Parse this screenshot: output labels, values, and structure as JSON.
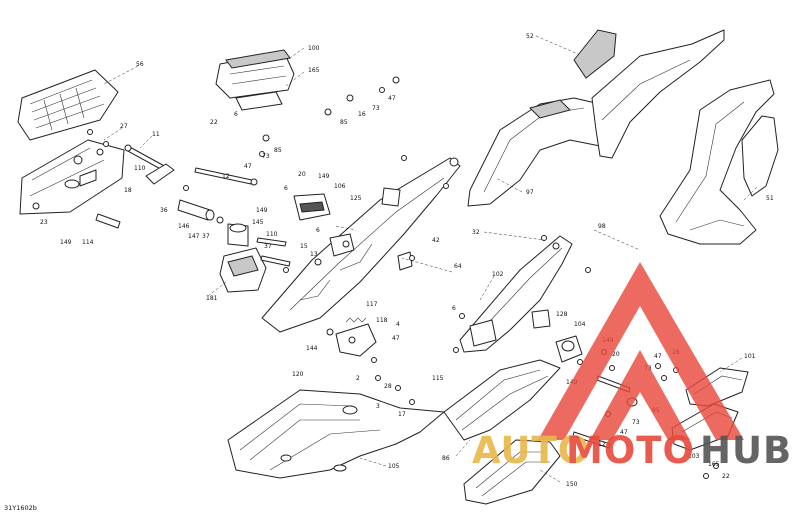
{
  "diagram": {
    "drawing_code": "31Y1602b",
    "callouts": [
      {
        "id": "c56",
        "text": "56"
      },
      {
        "id": "c100",
        "text": "100"
      },
      {
        "id": "c165a",
        "text": "165"
      },
      {
        "id": "c52",
        "text": "52"
      },
      {
        "id": "c27",
        "text": "27"
      },
      {
        "id": "c11",
        "text": "11"
      },
      {
        "id": "c22a",
        "text": "22"
      },
      {
        "id": "c6a",
        "text": "6"
      },
      {
        "id": "c47a",
        "text": "47"
      },
      {
        "id": "c73a",
        "text": "73"
      },
      {
        "id": "c16a",
        "text": "16"
      },
      {
        "id": "c85a",
        "text": "85"
      },
      {
        "id": "c97",
        "text": "97"
      },
      {
        "id": "c73b",
        "text": "73"
      },
      {
        "id": "c47b",
        "text": "47"
      },
      {
        "id": "c85b",
        "text": "85"
      },
      {
        "id": "c12a",
        "text": "12"
      },
      {
        "id": "c110a",
        "text": "110"
      },
      {
        "id": "c20",
        "text": "20"
      },
      {
        "id": "c149a",
        "text": "149"
      },
      {
        "id": "c6b",
        "text": "6"
      },
      {
        "id": "c106",
        "text": "106"
      },
      {
        "id": "c125",
        "text": "125"
      },
      {
        "id": "c51",
        "text": "51"
      },
      {
        "id": "c23",
        "text": "23"
      },
      {
        "id": "c18",
        "text": "18"
      },
      {
        "id": "c36",
        "text": "36"
      },
      {
        "id": "c149b",
        "text": "149"
      },
      {
        "id": "c114",
        "text": "114"
      },
      {
        "id": "c146",
        "text": "146"
      },
      {
        "id": "c149c",
        "text": "149"
      },
      {
        "id": "c145",
        "text": "145"
      },
      {
        "id": "c37a",
        "text": "37"
      },
      {
        "id": "c110b",
        "text": "110"
      },
      {
        "id": "c147",
        "text": "147"
      },
      {
        "id": "c37b",
        "text": "37"
      },
      {
        "id": "c6c",
        "text": "6"
      },
      {
        "id": "c42",
        "text": "42"
      },
      {
        "id": "c32",
        "text": "32"
      },
      {
        "id": "c98",
        "text": "98"
      },
      {
        "id": "c15",
        "text": "15"
      },
      {
        "id": "c13",
        "text": "13"
      },
      {
        "id": "c64",
        "text": "64"
      },
      {
        "id": "c102",
        "text": "102"
      },
      {
        "id": "c181",
        "text": "181"
      },
      {
        "id": "c117",
        "text": "117"
      },
      {
        "id": "c6d",
        "text": "6"
      },
      {
        "id": "c118",
        "text": "118"
      },
      {
        "id": "c4",
        "text": "4"
      },
      {
        "id": "c47c",
        "text": "47"
      },
      {
        "id": "c144",
        "text": "144"
      },
      {
        "id": "c128",
        "text": "128"
      },
      {
        "id": "c104",
        "text": "104"
      },
      {
        "id": "c149d",
        "text": "149"
      },
      {
        "id": "c20b",
        "text": "20"
      },
      {
        "id": "c16b",
        "text": "16"
      },
      {
        "id": "c101",
        "text": "101"
      },
      {
        "id": "c120",
        "text": "120"
      },
      {
        "id": "c47d",
        "text": "47"
      },
      {
        "id": "c73c",
        "text": "73"
      },
      {
        "id": "c149e",
        "text": "149"
      },
      {
        "id": "c2",
        "text": "2"
      },
      {
        "id": "c28",
        "text": "28"
      },
      {
        "id": "c115",
        "text": "115"
      },
      {
        "id": "c3",
        "text": "3"
      },
      {
        "id": "c17",
        "text": "17"
      },
      {
        "id": "c105",
        "text": "105"
      },
      {
        "id": "c12b",
        "text": "12"
      },
      {
        "id": "c47e",
        "text": "47"
      },
      {
        "id": "c73d",
        "text": "73"
      },
      {
        "id": "c85c",
        "text": "85"
      },
      {
        "id": "c86",
        "text": "86"
      },
      {
        "id": "c22b",
        "text": "22"
      },
      {
        "id": "c165b",
        "text": "165"
      },
      {
        "id": "c150",
        "text": "150"
      },
      {
        "id": "c103",
        "text": "103"
      }
    ]
  },
  "watermark": {
    "text_auto": "AUTO",
    "text_moto": "MOTO",
    "text_hub": "HUB",
    "color_red": "#e84a3c",
    "color_gold": "#e8b84a",
    "color_hub": "#555555"
  }
}
